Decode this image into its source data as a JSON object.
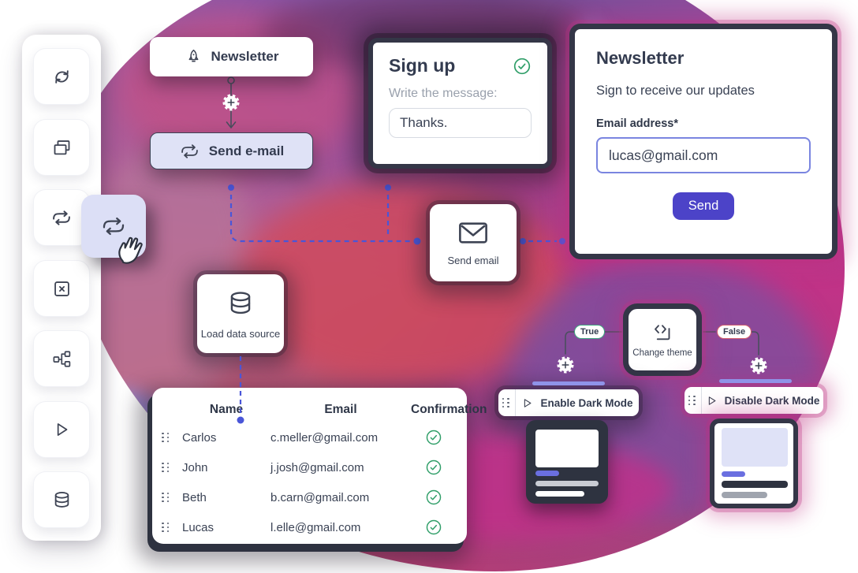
{
  "sidebar": {
    "icons": [
      "sync-icon",
      "windows-icon",
      "loop-icon",
      "close-box-icon",
      "branch-icon",
      "play-icon",
      "database-icon"
    ]
  },
  "drag": {
    "icon": "loop-icon"
  },
  "workflow": {
    "newsletter_node": {
      "label": "Newsletter"
    },
    "send_email_pill": {
      "label": "Send e-mail"
    },
    "send_email_node": {
      "label": "Send email"
    },
    "load_data_node": {
      "label": "Load data source"
    },
    "change_theme_node": {
      "label": "Change theme"
    },
    "branch_true": "True",
    "branch_false": "False",
    "enable_dark_node": {
      "label": "Enable Dark Mode"
    },
    "disable_dark_node": {
      "label": "Disable Dark Mode"
    }
  },
  "signup_card": {
    "title": "Sign up",
    "message_label": "Write the message:",
    "message_value": "Thanks."
  },
  "newsletter_form": {
    "title": "Newsletter",
    "subtitle": "Sign to receive our updates",
    "email_label": "Email address*",
    "email_value": "lucas@gmail.com",
    "send_label": "Send"
  },
  "subscribers_table": {
    "headers": {
      "name": "Name",
      "email": "Email",
      "confirmation": "Confirmation"
    },
    "rows": [
      {
        "name": "Carlos",
        "email": "c.meller@gmail.com",
        "confirmed": true
      },
      {
        "name": "John",
        "email": "j.josh@gmail.com",
        "confirmed": true
      },
      {
        "name": "Beth",
        "email": "b.carn@gmail.com",
        "confirmed": true
      },
      {
        "name": "Lucas",
        "email": "l.elle@gmail.com",
        "confirmed": true
      }
    ]
  },
  "colors": {
    "accent_indigo": "#4c43c8",
    "lavender": "#dfe2f6",
    "success_green": "#2f9e68",
    "danger_red": "#d4606e",
    "dark_border": "#343647",
    "connector_blue": "#4a56d8",
    "indicator_purple": "#8f93e8"
  }
}
